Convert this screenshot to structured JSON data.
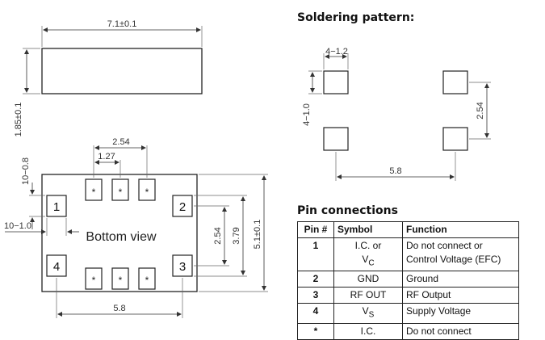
{
  "package_dims": {
    "width": "7.1±0.1",
    "height": "1.85±0.1",
    "pad_pitch": "2.54",
    "pad_half_pitch": "1.27",
    "pad_edge_top": "10−0.8",
    "pad_edge_left": "10−1.0",
    "pad_vertical": "2.54",
    "pad_span_vertical": "3.79",
    "outline_height": "5.1±0.1",
    "pad_span_horizontal": "5.8"
  },
  "bottom_view": {
    "label": "Bottom view",
    "pins": [
      "1",
      "2",
      "3",
      "4"
    ],
    "star": "*"
  },
  "soldering": {
    "heading": "Soldering pattern:",
    "pad_width": "4−1.2",
    "pad_height": "4−1.0",
    "vertical_pitch": "2.54",
    "horizontal_pitch": "5.8"
  },
  "pin_connections": {
    "heading": "Pin connections",
    "headers": [
      "Pin #",
      "Symbol",
      "Function"
    ],
    "rows": [
      {
        "pin": "1",
        "symbol": [
          "I.C. or",
          "V"
        ],
        "symbol_sub": "C",
        "function": [
          "Do not connect  or",
          "Control Voltage (EFC)"
        ]
      },
      {
        "pin": "2",
        "symbol": [
          "GND"
        ],
        "function": [
          "Ground"
        ]
      },
      {
        "pin": "3",
        "symbol": [
          "RF OUT"
        ],
        "function": [
          "RF Output"
        ]
      },
      {
        "pin": "4",
        "symbol": [
          "V"
        ],
        "symbol_sub": "S",
        "function": [
          "Supply Voltage"
        ]
      },
      {
        "pin": "*",
        "symbol": [
          "I.C."
        ],
        "function": [
          "Do not connect"
        ]
      }
    ]
  },
  "colors": {
    "line": "#222222",
    "dimension": "#444444"
  }
}
